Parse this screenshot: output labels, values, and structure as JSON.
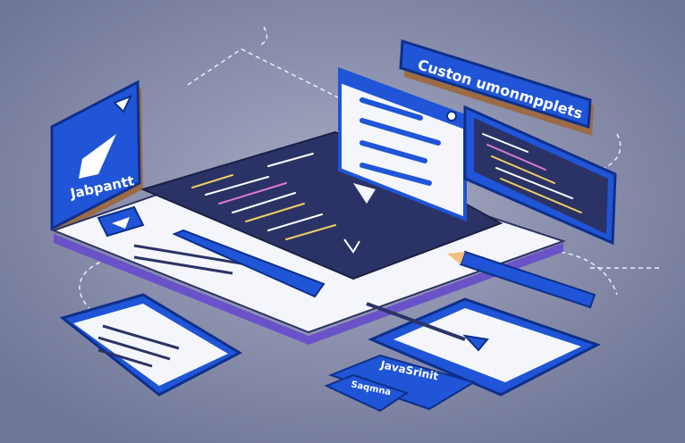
{
  "labels": {
    "banner": "Custon umonmpplets",
    "left_card": "Jabpantt",
    "js_tag": "JavaSrinit",
    "sub_tag": "Saqmna"
  },
  "colors": {
    "background": "#8c91ad",
    "brand_blue": "#1f55d6",
    "dark_navy": "#2b3366",
    "platform_purple": "#6a52c8",
    "white": "#f4f6fb"
  },
  "icons": [
    "play-triangle-icon",
    "dropdown-triangle-icon",
    "pen-icon",
    "arrow-icon",
    "cursor-arrow-icon"
  ]
}
